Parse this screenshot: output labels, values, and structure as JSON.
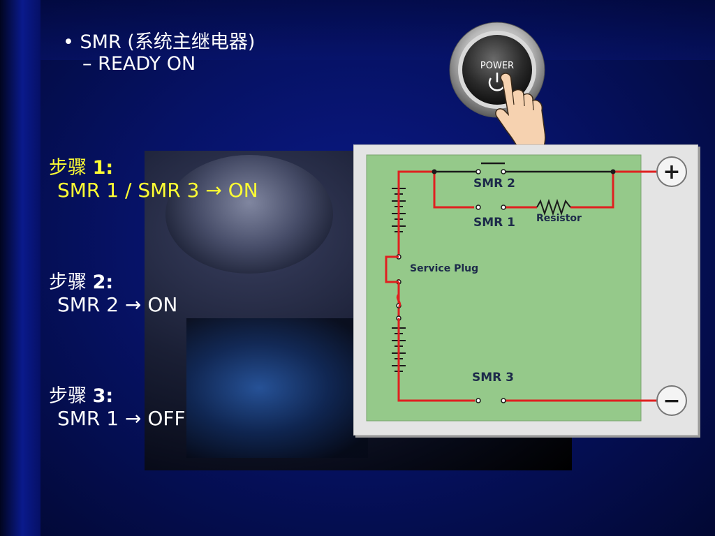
{
  "bullet": {
    "line1": "• SMR (系统主继电器)",
    "line2": "– READY ON"
  },
  "steps": [
    {
      "label": "步骤 ",
      "num": "1:",
      "text": "SMR 1 / SMR 3 → ON",
      "color": "#ffff33"
    },
    {
      "label": "步骤 ",
      "num": "2:",
      "text": "SMR 2 → ON",
      "color": "#ffffff"
    },
    {
      "label": "步骤 ",
      "num": "3:",
      "text": "SMR 1 → OFF",
      "color": "#ffffff"
    }
  ],
  "power_button": {
    "label": "POWER",
    "icon": "power-icon"
  },
  "diagram": {
    "labels": {
      "smr2": "SMR 2",
      "smr1": "SMR 1",
      "resistor": "Resistor",
      "service_plug": "Service Plug",
      "smr3": "SMR 3"
    },
    "terminals": {
      "positive": "+",
      "negative": "−"
    },
    "colors": {
      "panel": "#95c98a",
      "active_wire": "#e02020",
      "inactive_wire": "#1a1a1a"
    }
  }
}
